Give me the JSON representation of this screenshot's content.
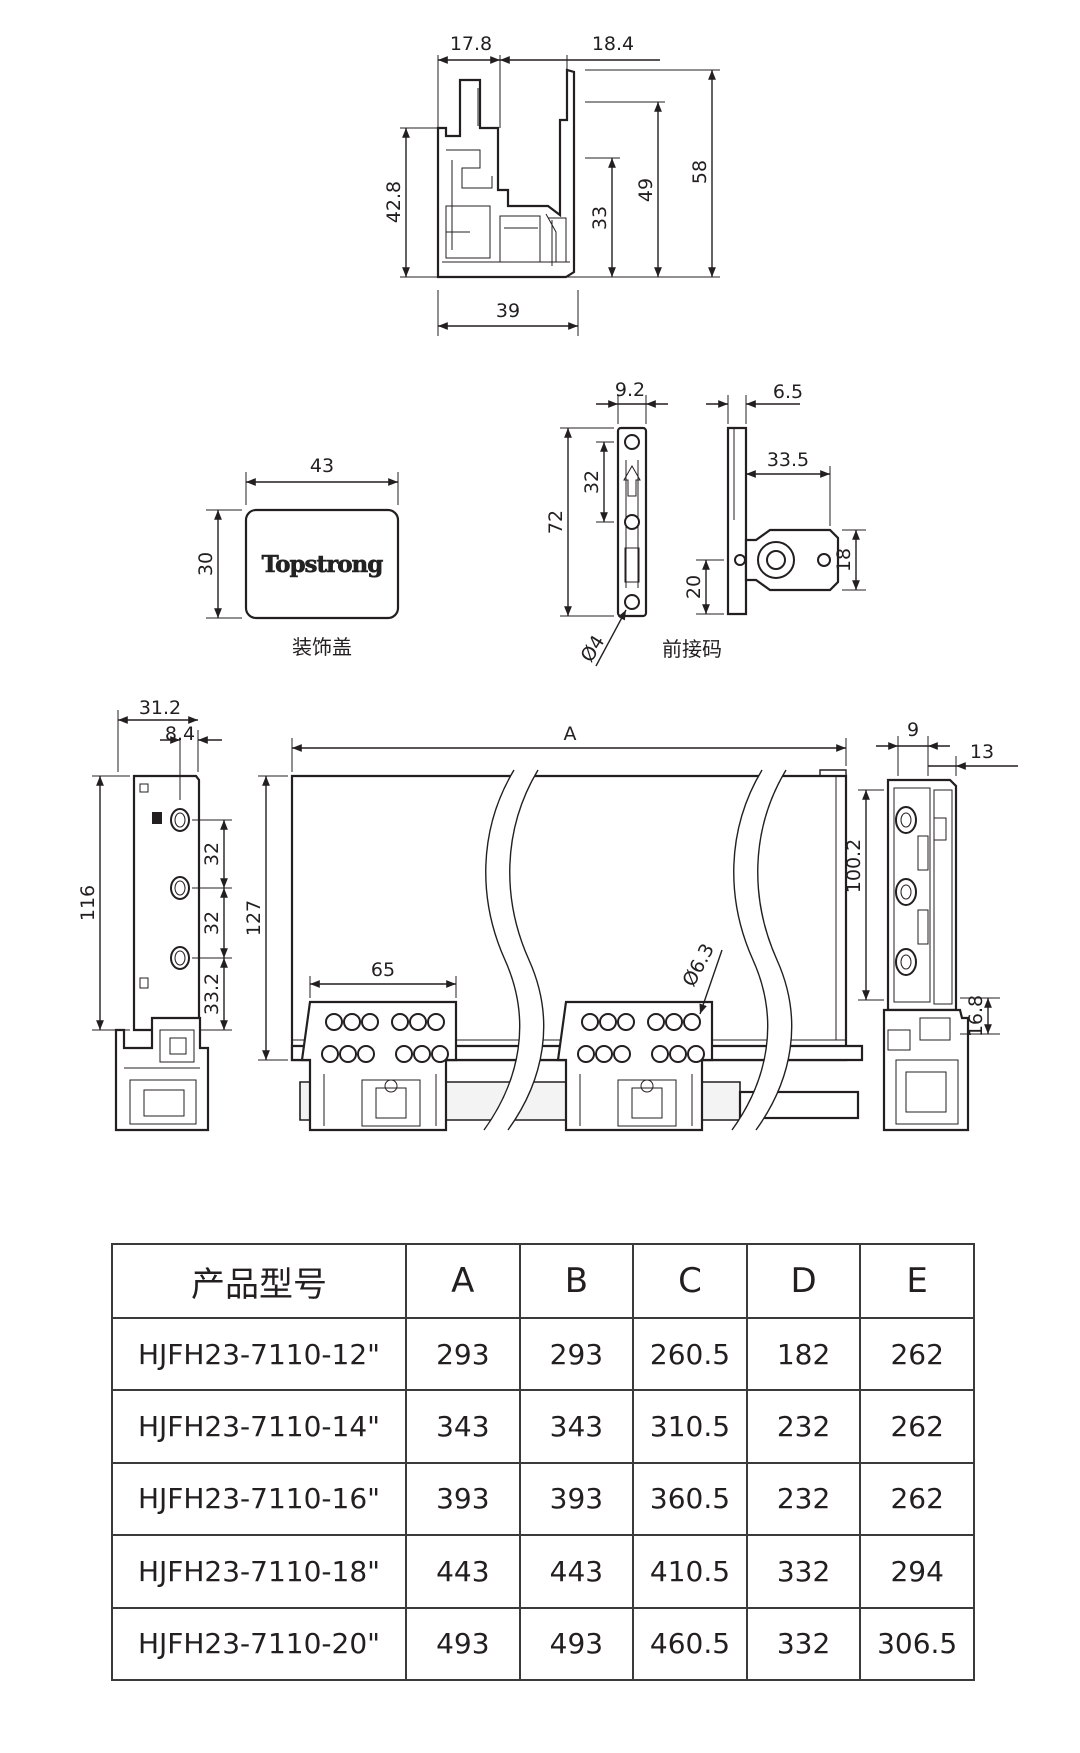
{
  "top_view": {
    "dims": [
      "17.8",
      "18.4",
      "42.8",
      "33",
      "49",
      "58",
      "39"
    ]
  },
  "cover": {
    "dims": [
      "43",
      "30"
    ],
    "logo_text": "Topstrong",
    "caption": "装饰盖"
  },
  "front_connector": {
    "dims": [
      "9.2",
      "32",
      "72",
      "Ø4",
      "6.5",
      "33.5",
      "20",
      "18"
    ],
    "caption": "前接码"
  },
  "side_view": {
    "dims": [
      "31.2",
      "8.4",
      "116",
      "32",
      "32",
      "33.2"
    ]
  },
  "front_view": {
    "dims": [
      "A",
      "127",
      "65",
      "Ø6.3"
    ]
  },
  "right_view": {
    "dims": [
      "9",
      "13",
      "100.2",
      "16.8"
    ]
  },
  "table": {
    "headers": [
      "产品型号",
      "A",
      "B",
      "C",
      "D",
      "E"
    ],
    "rows": [
      [
        "HJFH23-7110-12\"",
        "293",
        "293",
        "260.5",
        "182",
        "262"
      ],
      [
        "HJFH23-7110-14\"",
        "343",
        "343",
        "310.5",
        "232",
        "262"
      ],
      [
        "HJFH23-7110-16\"",
        "393",
        "393",
        "360.5",
        "232",
        "262"
      ],
      [
        "HJFH23-7110-18\"",
        "443",
        "443",
        "410.5",
        "332",
        "294"
      ],
      [
        "HJFH23-7110-20\"",
        "493",
        "493",
        "460.5",
        "332",
        "306.5"
      ]
    ]
  }
}
